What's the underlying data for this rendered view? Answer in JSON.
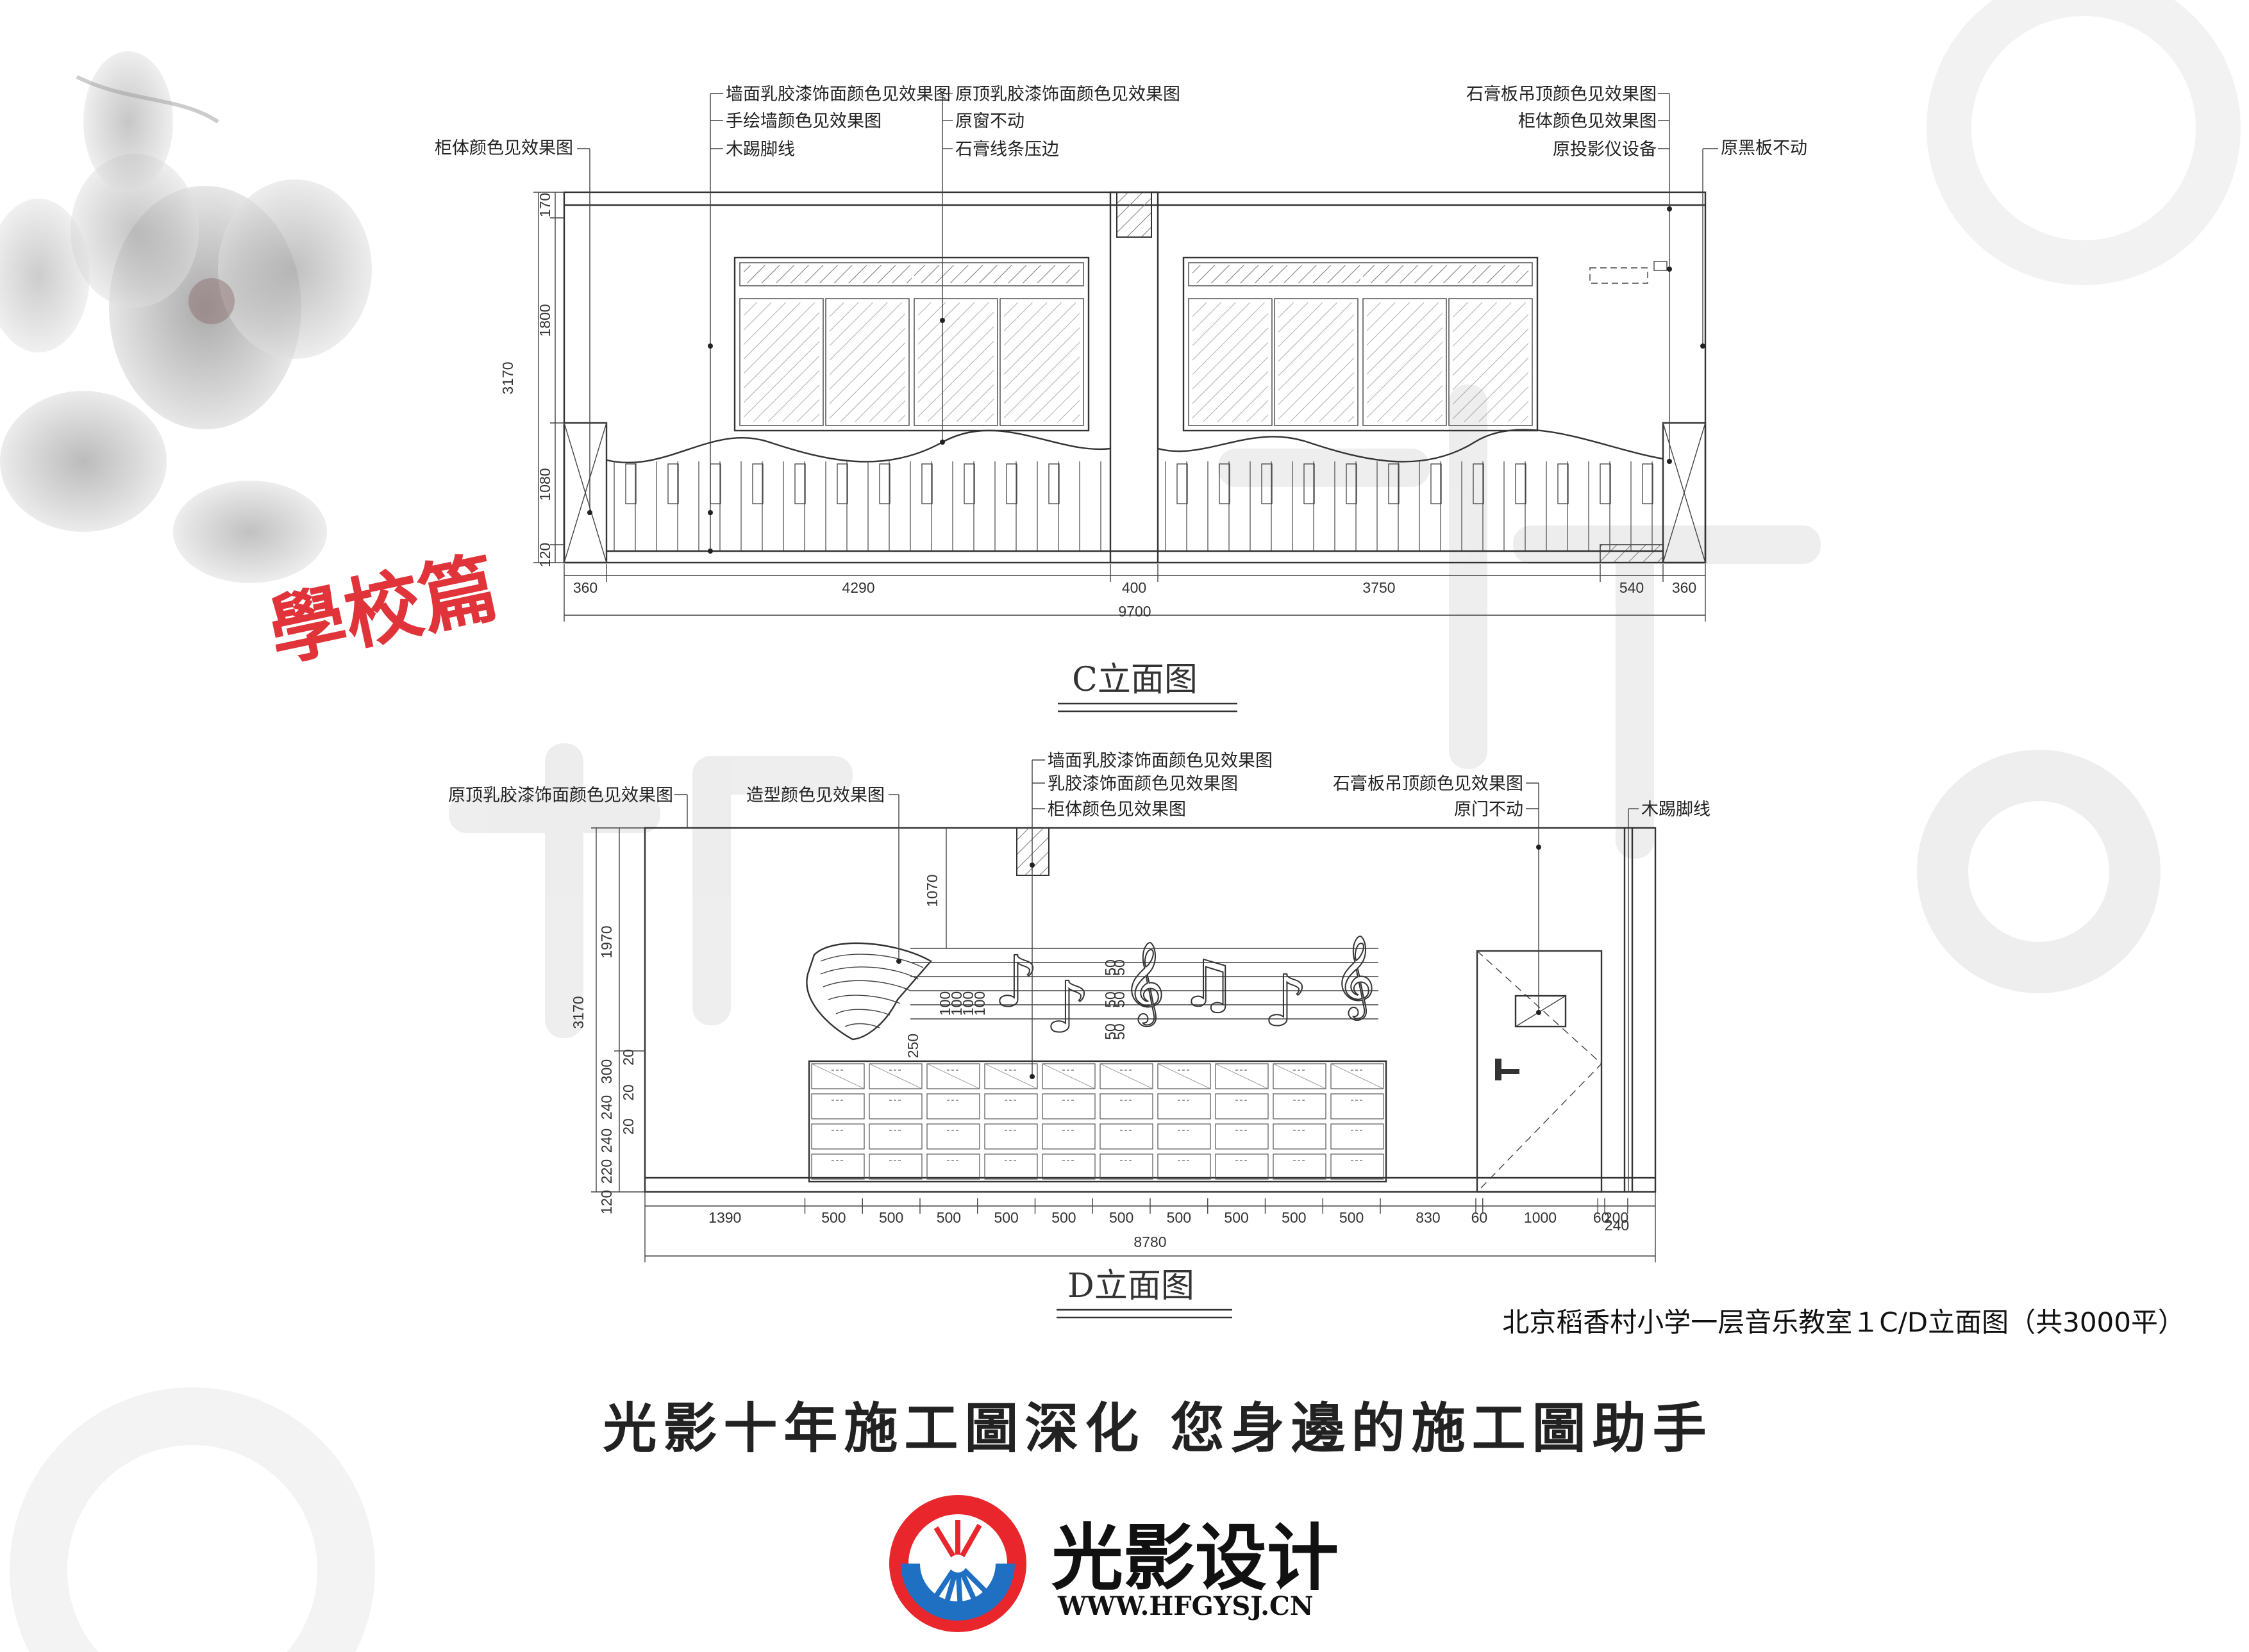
{
  "badge": "學校篇",
  "c_elevation": {
    "title": "C立面图",
    "notes_left_group": [
      "墙面乳胶漆饰面颜色见效果图",
      "手绘墙颜色见效果图",
      "木踢脚线"
    ],
    "notes_mid_group": [
      "原顶乳胶漆饰面颜色见效果图",
      "原窗不动",
      "石膏线条压边"
    ],
    "notes_right_group": [
      "石膏板吊顶颜色见效果图",
      "柜体颜色见效果图",
      "原投影仪设备"
    ],
    "note_far_left": "柜体颜色见效果图",
    "note_far_right": "原黑板不动",
    "dims_bottom": [
      "360",
      "4290",
      "400",
      "3750",
      "540",
      "360"
    ],
    "dim_total": "9700",
    "dims_left": [
      "170",
      "1800",
      "1080",
      "120"
    ],
    "dim_height": "3170"
  },
  "d_elevation": {
    "title": "D立面图",
    "note_top_left": "原顶乳胶漆饰面颜色见效果图",
    "note_shape": "造型颜色见效果图",
    "notes_center_group": [
      "墙面乳胶漆饰面颜色见效果图",
      "乳胶漆饰面颜色见效果图",
      "柜体颜色见效果图"
    ],
    "notes_right_group": [
      "石膏板吊顶颜色见效果图",
      "原门不动"
    ],
    "note_far_right": "木踢脚线",
    "dims_bottom": [
      "1390",
      "500",
      "500",
      "500",
      "500",
      "500",
      "500",
      "500",
      "500",
      "500",
      "500",
      "830",
      "60",
      "1000",
      "60",
      "200"
    ],
    "dim_sub": "240",
    "dim_total": "8780",
    "dims_left": [
      "1970",
      "300",
      "20",
      "240",
      "20",
      "240",
      "20",
      "220",
      "120"
    ],
    "dim_height": "3170",
    "dims_inner_vertical": [
      "1070",
      "250",
      "100",
      "100",
      "100",
      "100",
      "50",
      "50",
      "50",
      "50",
      "50",
      "50"
    ]
  },
  "project_caption": "北京稻香村小学一层音乐教室１C/D立面图（共3000平）",
  "slogan": "光影十年施工圖深化 您身邊的施工圖助手",
  "brand": {
    "name": "光影设计",
    "url": "WWW.HFGYSJ.CN",
    "logo_colors": [
      "#e8262b",
      "#1f6fc2"
    ]
  },
  "colors": {
    "badge": "#e0343a",
    "line": "#333333",
    "watermark": "#ececec",
    "flower": "#b9b9b9"
  }
}
